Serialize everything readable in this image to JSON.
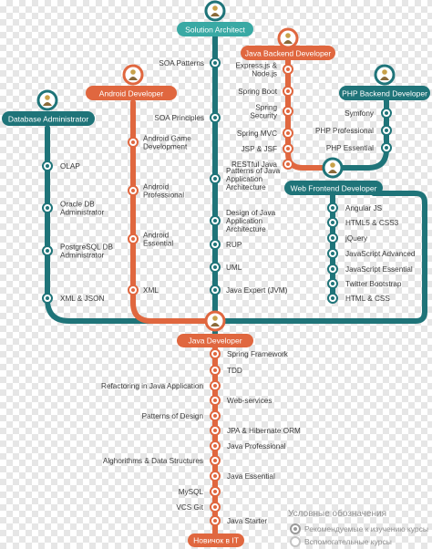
{
  "colors": {
    "teal": "#1f7479",
    "teal_light": "#39a9a4",
    "orange": "#e0673f",
    "gold": "#c8a14a",
    "text": "#3a3a3a",
    "legend_text": "#8f8f8f"
  },
  "roles": {
    "solution_architect": "Solution Architect",
    "java_backend": "Java Backend Developer",
    "android": "Android Developer",
    "php_backend": "PHP Backend Developer",
    "database_admin": "Database Administrator",
    "web_frontend": "Web Frontend Developer",
    "java_developer": "Java Developer",
    "novice": "Новичок в IT"
  },
  "branches": {
    "database_admin": [
      "OLAP",
      "Oracle DB\nAdministrator",
      "PostgreSQL DB\nAdministrator",
      "XML & JSON"
    ],
    "android": [
      "Android Game\nDevelopment",
      "Android\nProfessional",
      "Android\nEssential",
      "XML"
    ],
    "solution_architect": [
      "SOA Patterns",
      "SOA Principles",
      "Patterns of Java\nApplication\nArchitecture",
      "Design of Java\nApplication\nArchitecture",
      "RUP",
      "UML",
      "Java Expert (JVM)"
    ],
    "java_backend": [
      "Express.js &\nNode.js",
      "Spring Boot",
      "Spring\nSecurity",
      "Spring MVC",
      "JSP & JSF",
      "RESTful Java"
    ],
    "php_backend": [
      "Symfony",
      "PHP Professional",
      "PHP Essential"
    ],
    "web_frontend": [
      "Angular JS",
      "HTML5 & CSS3",
      "jQuery",
      "JavaScript Advanced",
      "JavaScript Essential",
      "Twitter Bootstrap",
      "HTML & CSS"
    ],
    "java_developer": [
      "Spring Framework",
      "TDD",
      "Refactoring in Java Application",
      "Web-services",
      "Patterns of Design",
      "JPA & Hibernate ORM",
      "Java Professional",
      "Alghorithms & Data Structures",
      "Java Essential",
      "MySQL",
      "VCS Git",
      "Java Starter"
    ]
  },
  "legend": {
    "title": "Условные обозначения",
    "recommended": "Рекомендуемые к изучению курсы",
    "auxiliary": "Вспомогательные курсы"
  }
}
